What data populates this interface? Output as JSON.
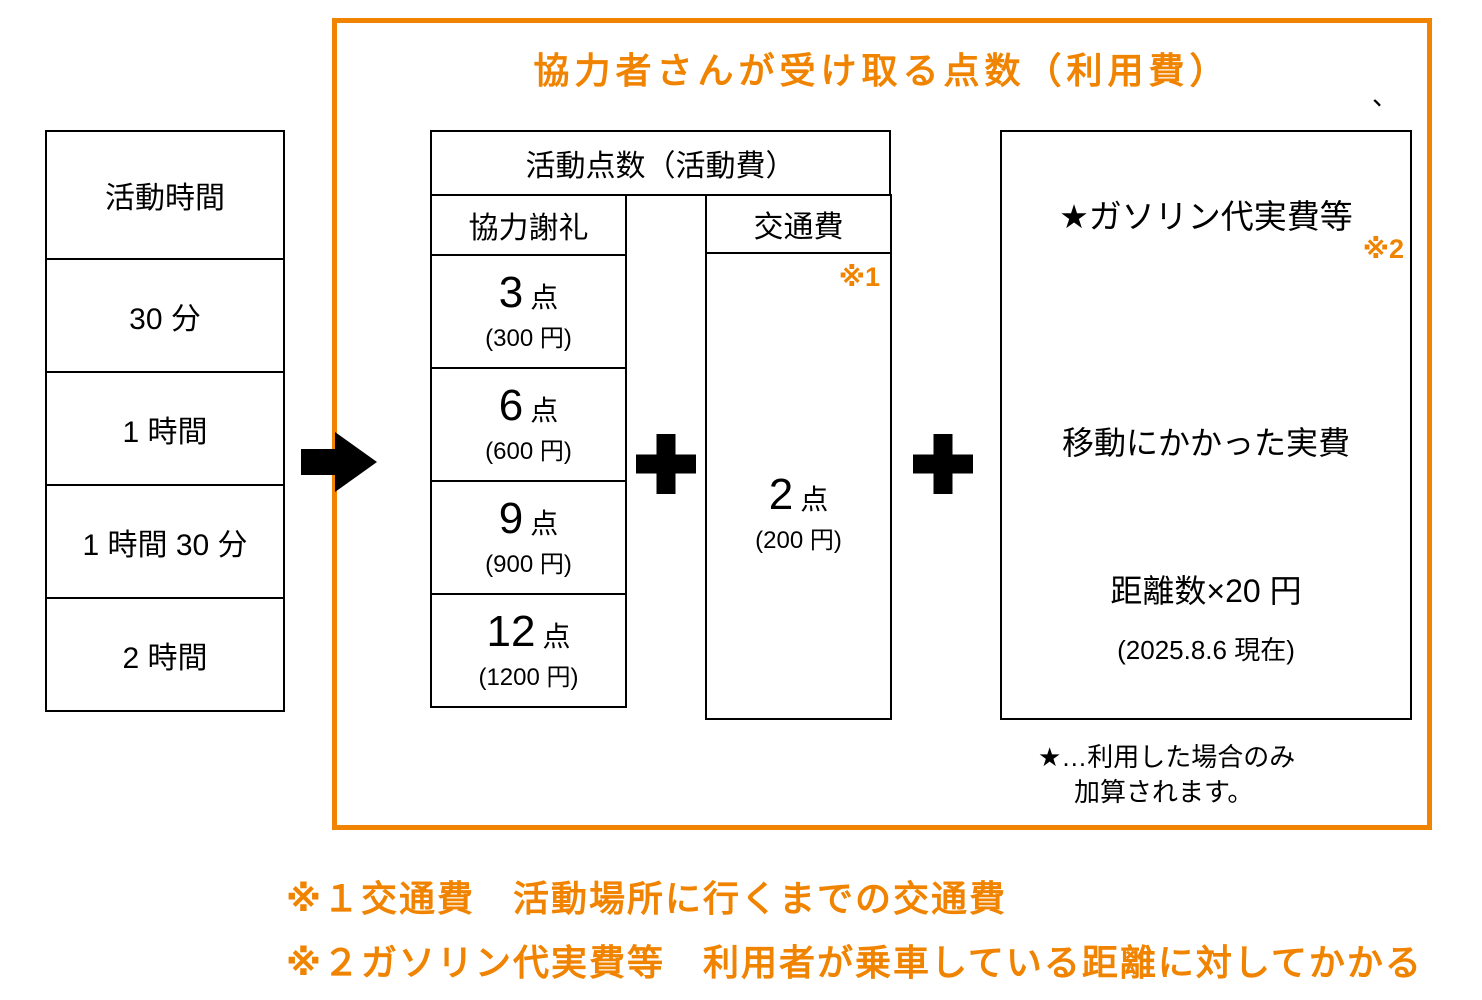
{
  "colors": {
    "accent": "#F08300",
    "ink": "#000000",
    "paper": "#FFFFFF",
    "line": "#000000"
  },
  "icons": {
    "flow-arrow-icon": "➡",
    "plus-icon": "＋",
    "star-icon": "★"
  },
  "title": "協力者さんが受け取る点数（利用費）",
  "stray_mark": "、",
  "duration_table": {
    "header": "活動時間",
    "rows": [
      "30 分",
      "1 時間",
      "1 時間 30 分",
      "2 時間"
    ]
  },
  "activity_table": {
    "header": "活動点数（活動費）",
    "reward_column": {
      "header": "協力謝礼",
      "rows": [
        {
          "points": "3",
          "unit": "点",
          "yen": "(300 円)"
        },
        {
          "points": "6",
          "unit": "点",
          "yen": "(600 円)"
        },
        {
          "points": "9",
          "unit": "点",
          "yen": "(900 円)"
        },
        {
          "points": "12",
          "unit": "点",
          "yen": "(1200 円)"
        }
      ]
    },
    "transport_column": {
      "header": "交通費",
      "note_ref": "※1",
      "points": "2",
      "unit": "点",
      "yen": "(200 円)"
    }
  },
  "gasoline_box": {
    "header": "★ガソリン代実費等",
    "note_ref": "※2",
    "line1": "移動にかかった実費",
    "line2": "距離数×20 円",
    "line3": "(2025.8.6 現在)"
  },
  "star_note": {
    "line1": "★…利用した場合のみ",
    "line2": "加算されます。"
  },
  "footnotes": [
    "※１交通費　活動場所に行くまでの交通費",
    "※２ガソリン代実費等　利用者が乗車している距離に対してかかる"
  ]
}
